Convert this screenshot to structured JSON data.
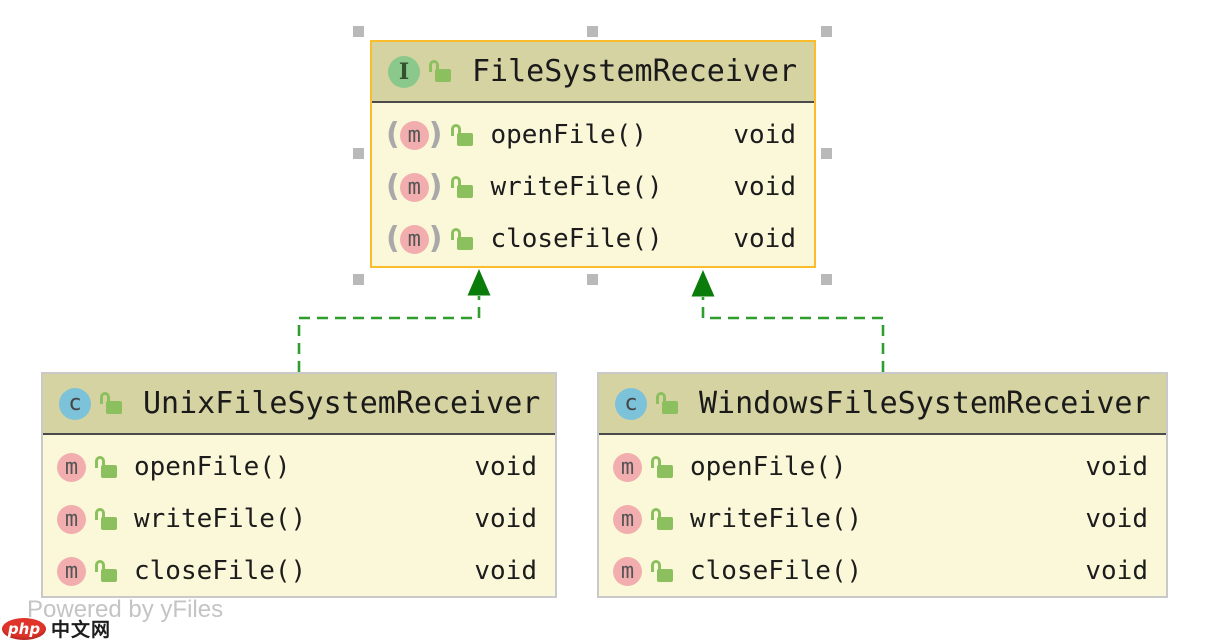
{
  "diagram": {
    "interface_node": {
      "name": "FileSystemReceiver",
      "methods": [
        {
          "name": "openFile()",
          "type": "void"
        },
        {
          "name": "writeFile()",
          "type": "void"
        },
        {
          "name": "closeFile()",
          "type": "void"
        }
      ]
    },
    "unix_node": {
      "name": "UnixFileSystemReceiver",
      "methods": [
        {
          "name": "openFile()",
          "type": "void"
        },
        {
          "name": "writeFile()",
          "type": "void"
        },
        {
          "name": "closeFile()",
          "type": "void"
        }
      ]
    },
    "windows_node": {
      "name": "WindowsFileSystemReceiver",
      "methods": [
        {
          "name": "openFile()",
          "type": "void"
        },
        {
          "name": "writeFile()",
          "type": "void"
        },
        {
          "name": "closeFile()",
          "type": "void"
        }
      ]
    },
    "edges": [
      {
        "from": "UnixFileSystemReceiver",
        "to": "FileSystemReceiver",
        "kind": "implements"
      },
      {
        "from": "WindowsFileSystemReceiver",
        "to": "FileSystemReceiver",
        "kind": "implements"
      }
    ]
  },
  "icons": {
    "interface_badge": "I",
    "class_badge": "c",
    "method_badge": "m",
    "abstract_paren_open": "(",
    "abstract_paren_close": ")",
    "lock_icon": "open-padlock"
  },
  "colors": {
    "node_header_bg": "#d6d3a3",
    "node_body_bg": "#fbf8da",
    "node_border": "#c9c9c9",
    "selected_border": "#fbbd2c",
    "edge_dash_green": "#2f9e2f",
    "arrow_green": "#0a7c0a",
    "interface_badge_bg": "#8bc88b",
    "class_badge_bg": "#7cc3d9",
    "method_badge_bg": "#f2aeae",
    "lock_green": "#8cc05e",
    "handle_gray": "#b9b9b9"
  },
  "watermark": {
    "powered_by": "Powered by yFiles",
    "logo_php": "php",
    "logo_cn": "中文网"
  }
}
